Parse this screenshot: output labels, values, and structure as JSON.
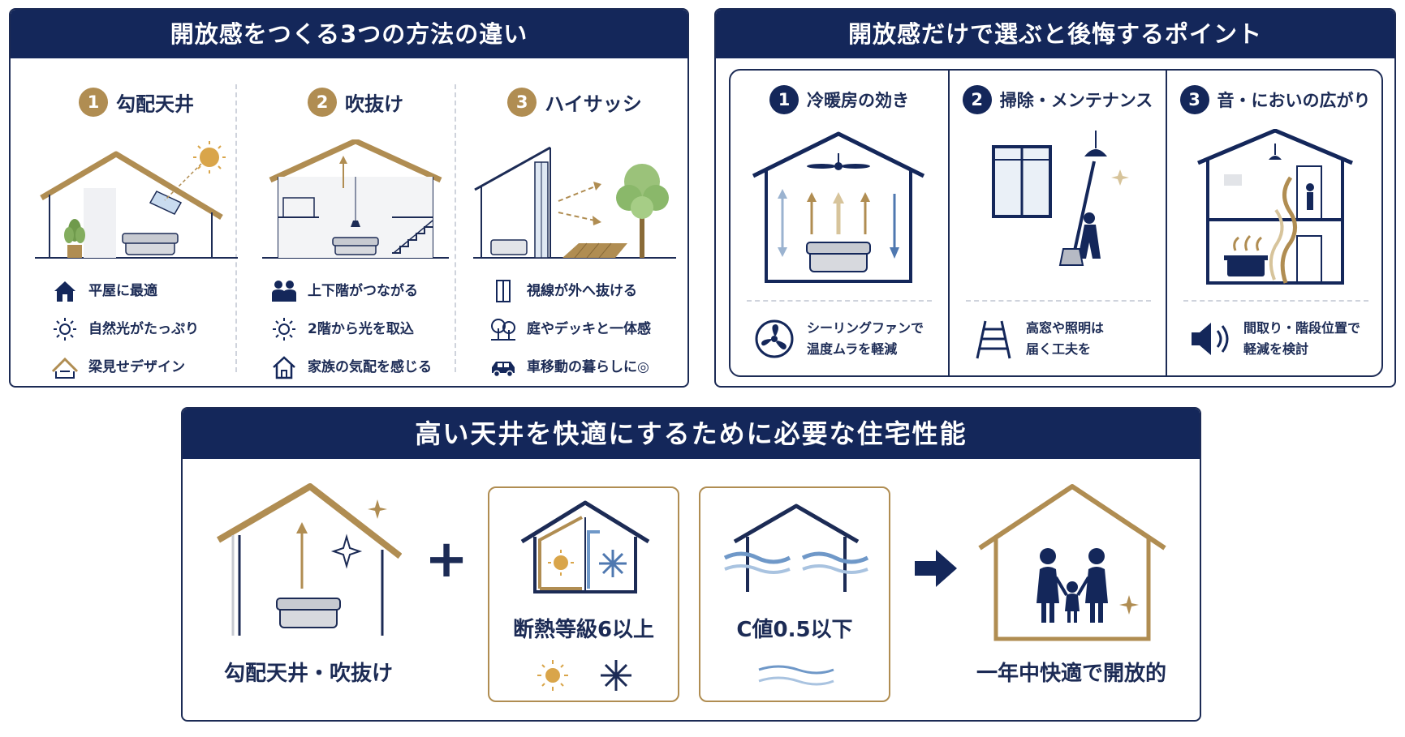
{
  "panel1": {
    "title": "開放感をつくる3つの方法の違い",
    "methods": [
      {
        "num": "1",
        "title": "勾配天井",
        "features": [
          {
            "icon": "house-solid-icon",
            "label": "平屋に最適"
          },
          {
            "icon": "sun-icon",
            "label": "自然光がたっぷり"
          },
          {
            "icon": "beam-roof-icon",
            "label": "梁見せデザイン"
          }
        ]
      },
      {
        "num": "2",
        "title": "吹抜け",
        "features": [
          {
            "icon": "people-icon",
            "label": "上下階がつながる"
          },
          {
            "icon": "sun-icon",
            "label": "2階から光を取込"
          },
          {
            "icon": "house-outline-icon",
            "label": "家族の気配を感じる"
          }
        ]
      },
      {
        "num": "3",
        "title": "ハイサッシ",
        "features": [
          {
            "icon": "window-icon",
            "label": "視線が外へ抜ける"
          },
          {
            "icon": "trees-icon",
            "label": "庭やデッキと一体感"
          },
          {
            "icon": "car-icon",
            "label": "車移動の暮らしに◎"
          }
        ]
      }
    ]
  },
  "panel2": {
    "title": "開放感だけで選ぶと後悔するポイント",
    "points": [
      {
        "num": "1",
        "title": "冷暖房の効き",
        "tip": "シーリングファンで\n温度ムラを軽減",
        "icon": "fan-icon"
      },
      {
        "num": "2",
        "title": "掃除・メンテナンス",
        "tip": "高窓や照明は\n届く工夫を",
        "icon": "ladder-icon"
      },
      {
        "num": "3",
        "title": "音・においの広がり",
        "tip": "間取り・階段位置で\n軽減を検討",
        "icon": "speaker-icon"
      }
    ]
  },
  "panel3": {
    "title": "高い天井を快適にするために必要な住宅性能",
    "left_label": "勾配天井・吹抜け",
    "plus": "+",
    "insulation_label": "断熱等級6以上",
    "airtight_label": "C値0.5以下",
    "result_label": "一年中快適で開放的"
  },
  "colors": {
    "navy": "#14275a",
    "gold": "#b08d52",
    "blue": "#6f98c8"
  }
}
